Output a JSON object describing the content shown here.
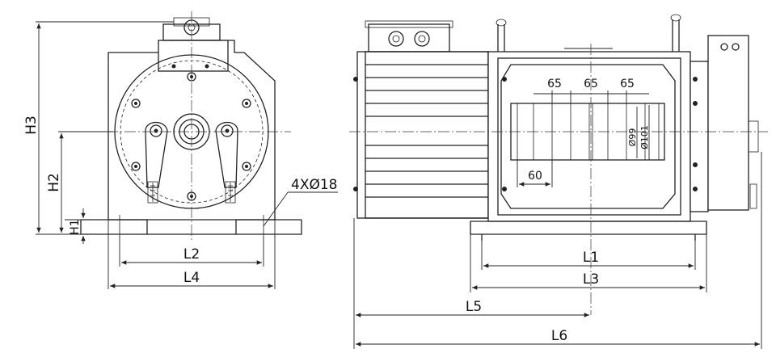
{
  "front_view": {
    "labels": {
      "h3": "H3",
      "h2": "H2",
      "h1": "H1",
      "l2": "L2",
      "l4": "L4",
      "holes": "4XØ18"
    }
  },
  "side_view": {
    "labels": {
      "l1": "L1",
      "l3": "L3",
      "l5": "L5",
      "l6": "L6",
      "groove_spacing_1": "65",
      "groove_spacing_2": "65",
      "groove_spacing_3": "65",
      "groove_width": "60",
      "diameter_inner": "Ø99",
      "diameter_outer": "Ø101"
    }
  }
}
